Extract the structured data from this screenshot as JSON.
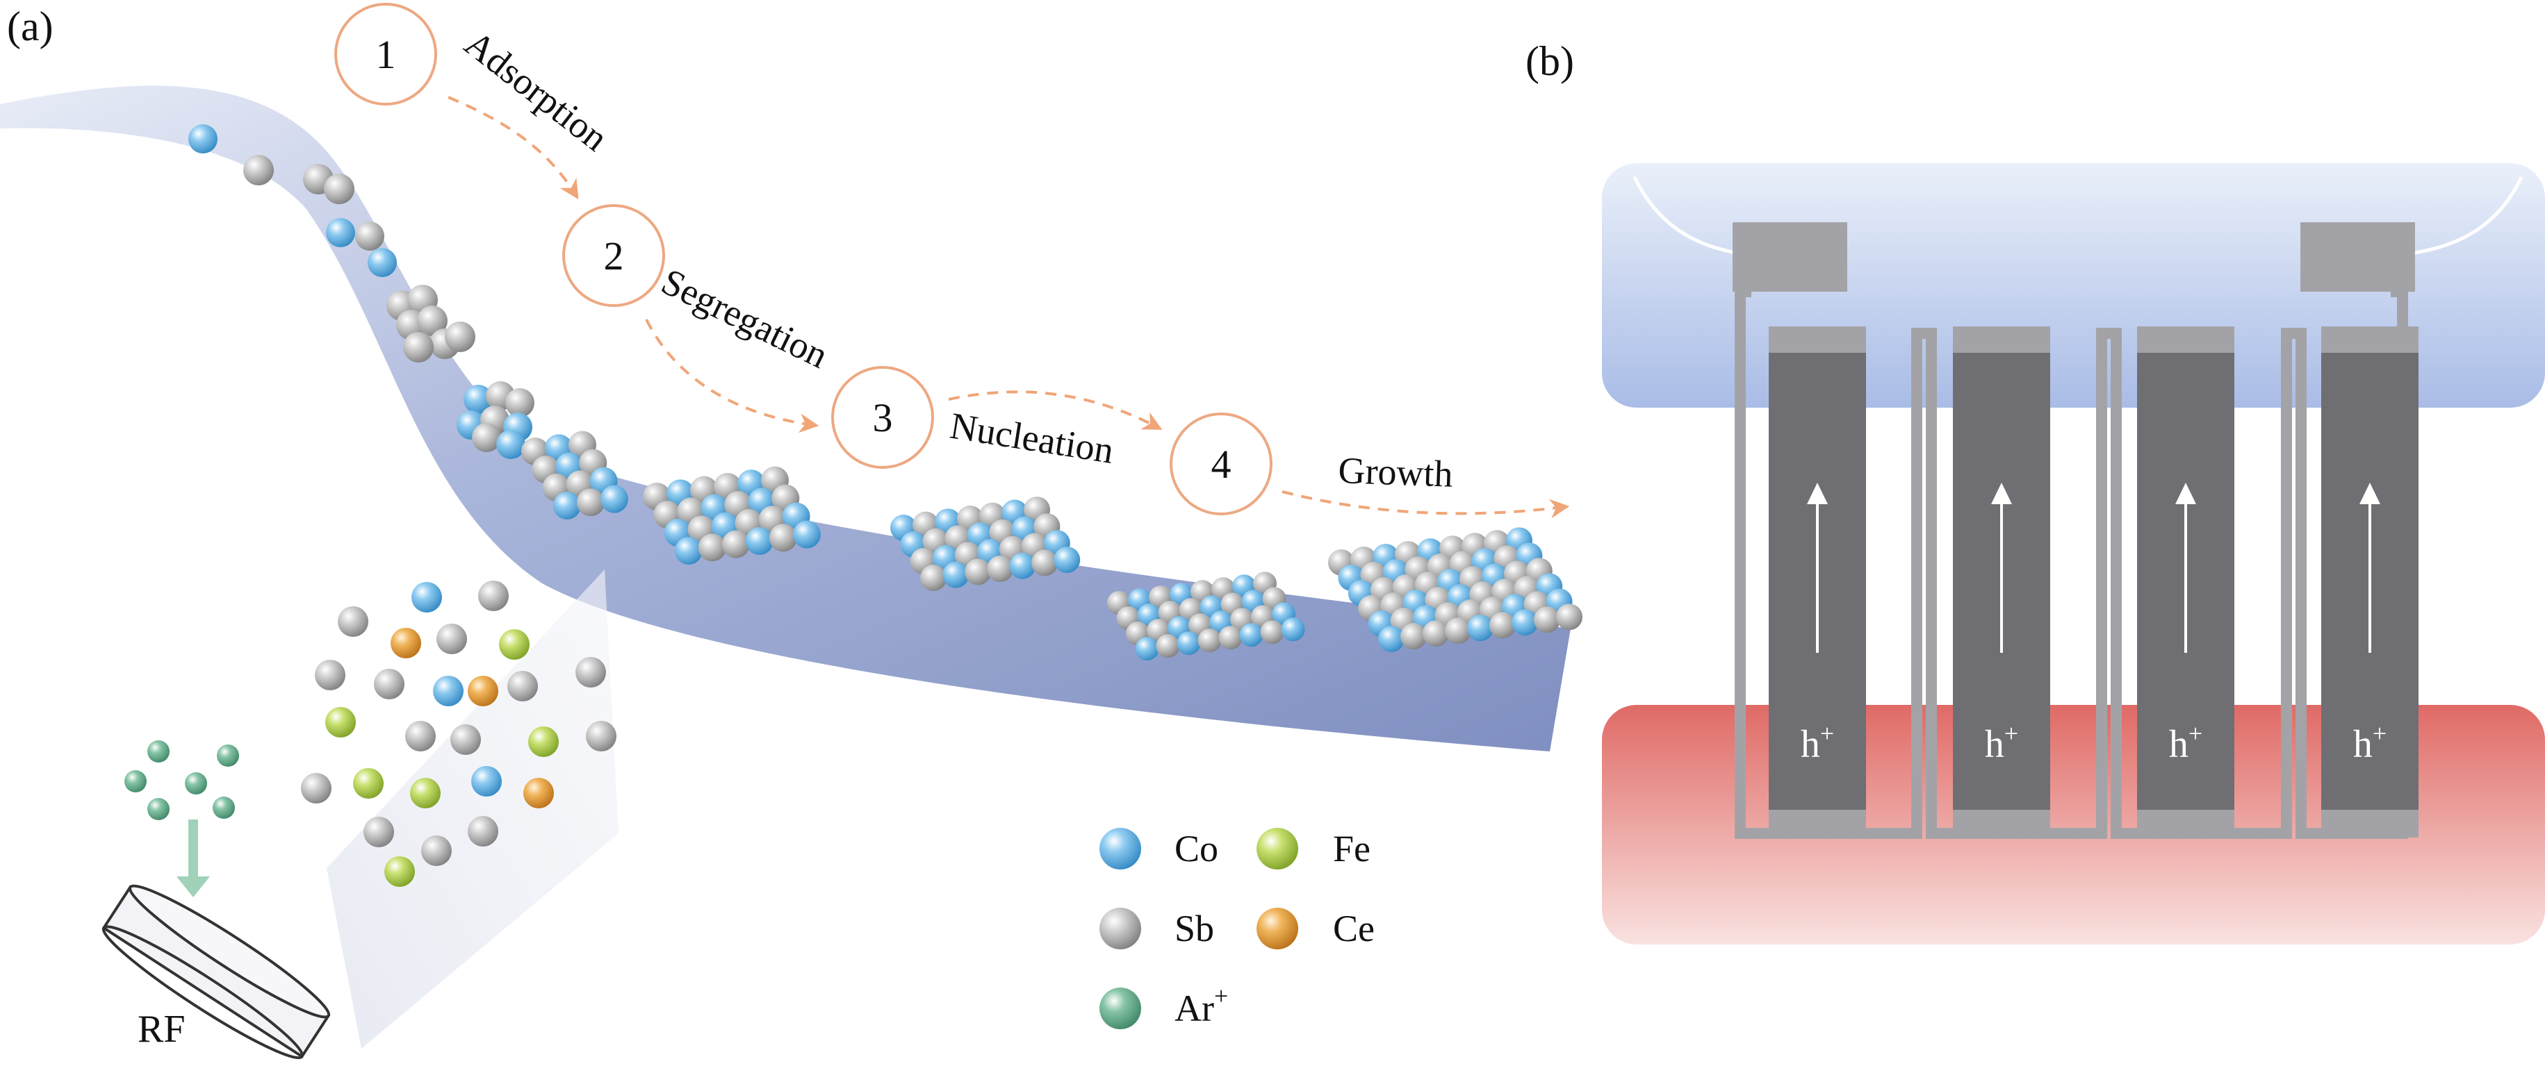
{
  "panel_a": {
    "label": "(a)",
    "steps": [
      {
        "number": "1",
        "label": "Adsorption"
      },
      {
        "number": "2",
        "label": "Segregation"
      },
      {
        "number": "3",
        "label": "Nucleation"
      },
      {
        "number": "4",
        "label": "Growth"
      }
    ],
    "source_label": "RF",
    "legend": [
      {
        "symbol": "Co",
        "superscript": "",
        "color": "#5aaee0"
      },
      {
        "symbol": "Fe",
        "superscript": "",
        "color": "#a8cc48"
      },
      {
        "symbol": "Sb",
        "superscript": "",
        "color": "#b4b4b4"
      },
      {
        "symbol": "Ce",
        "superscript": "",
        "color": "#e09a34"
      },
      {
        "symbol": "Ar",
        "superscript": "+",
        "color": "#5fa886"
      }
    ],
    "colors": {
      "step_circle": "#eda882",
      "arrow": "#f0a578",
      "substrate": "#8f9dc6"
    }
  },
  "panel_b": {
    "label": "(b)",
    "legs": [
      {
        "carrier": "h",
        "superscript": "+"
      },
      {
        "carrier": "h",
        "superscript": "+"
      },
      {
        "carrier": "h",
        "superscript": "+"
      },
      {
        "carrier": "h",
        "superscript": "+"
      }
    ],
    "colors": {
      "cold_side": "#c5d3ee",
      "hot_side": "#e57670",
      "leg": "#6f6f73",
      "wire": "#a3a3a7"
    }
  }
}
